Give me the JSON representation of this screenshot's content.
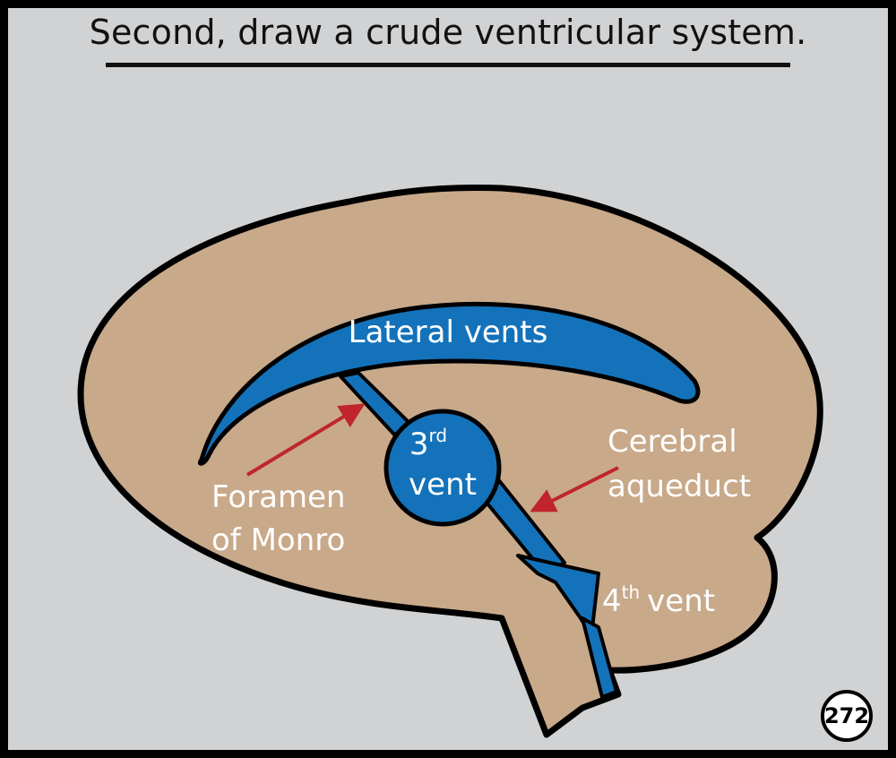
{
  "title": "Second, draw a crude ventricular system.",
  "colors": {
    "background": "#d1d2d4",
    "brain": "#c8a98a",
    "ventricles": "#1372ba",
    "arrows": "#c0252c",
    "labels": "#ffffff",
    "outline": "#000000"
  },
  "labels": {
    "lateral_vents": "Lateral vents",
    "third_vent_num": "3",
    "third_vent_sup": "rd",
    "third_vent_word": "vent",
    "foramen_line1": "Foramen",
    "foramen_line2": "of Monro",
    "aqueduct_line1": "Cerebral",
    "aqueduct_line2": "aqueduct",
    "fourth_vent_num": "4",
    "fourth_vent_sup": "th",
    "fourth_vent_word": "vent"
  },
  "page_number": "272"
}
